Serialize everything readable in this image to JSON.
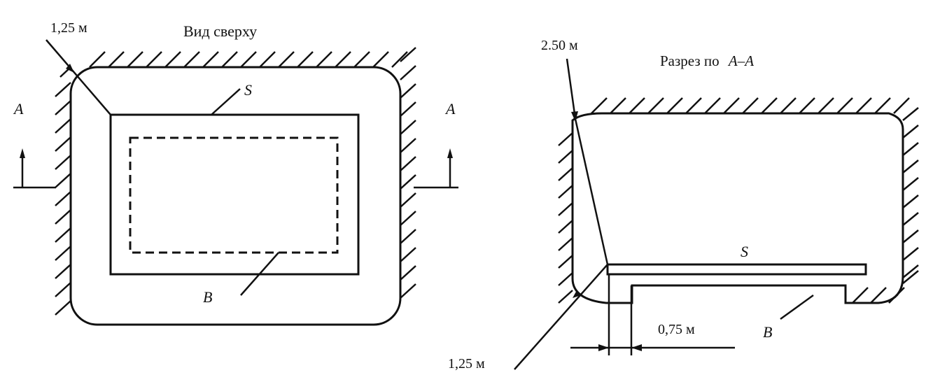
{
  "top_view": {
    "title": "Вид сверху",
    "offset_label": "1,25 м",
    "label_s": "S",
    "label_b": "B",
    "section_mark_left": "A",
    "section_mark_right": "A"
  },
  "section_view": {
    "title_prefix": "Разрез по",
    "title_section": "A–A",
    "offset_top_label": "2.50 м",
    "offset_bottom_label": "1,25 м",
    "width_label": "0,75 м",
    "label_s": "S",
    "label_b": "B"
  }
}
